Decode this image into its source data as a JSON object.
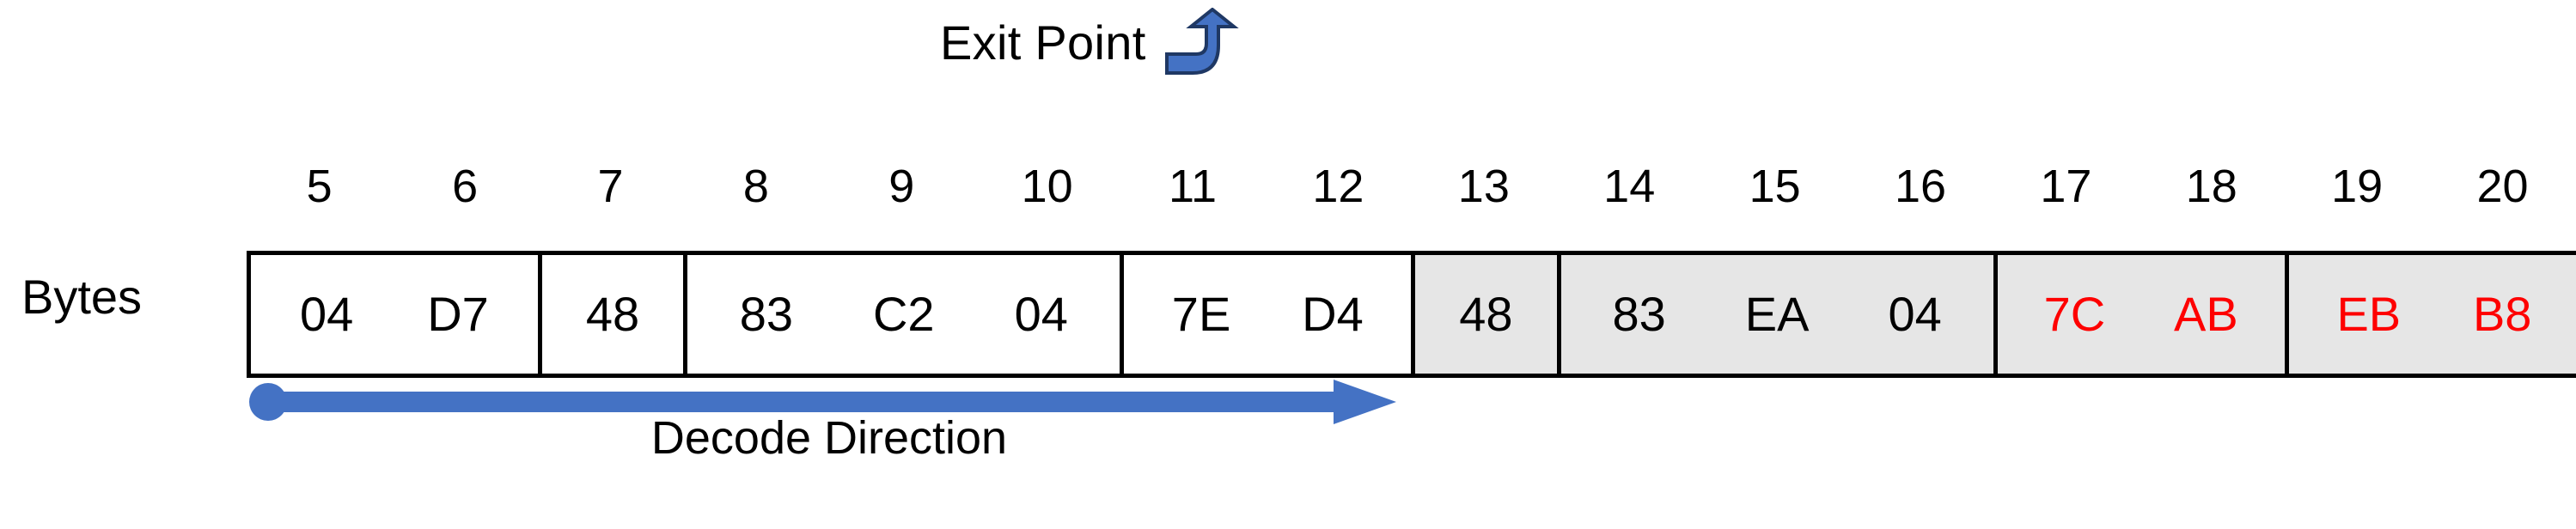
{
  "diagram": {
    "exit_point": {
      "label": "Exit Point",
      "icon": "bent-arrow-up-icon",
      "color": "#4472c4",
      "outline_color": "#1f3864"
    },
    "row_label": "Bytes",
    "column_indices": [
      "5",
      "6",
      "7",
      "8",
      "9",
      "10",
      "11",
      "12",
      "13",
      "14",
      "15",
      "16",
      "17",
      "18",
      "19",
      "20"
    ],
    "instructions": [
      {
        "bytes": [
          "04",
          "D7"
        ],
        "span": 2,
        "shaded": false,
        "red": false
      },
      {
        "bytes": [
          "48"
        ],
        "span": 1,
        "shaded": false,
        "red": false
      },
      {
        "bytes": [
          "83",
          "C2",
          "04"
        ],
        "span": 3,
        "shaded": false,
        "red": false
      },
      {
        "bytes": [
          "7E",
          "D4"
        ],
        "span": 2,
        "shaded": false,
        "red": false
      },
      {
        "bytes": [
          "48"
        ],
        "span": 1,
        "shaded": true,
        "red": false
      },
      {
        "bytes": [
          "83",
          "EA",
          "04"
        ],
        "span": 3,
        "shaded": true,
        "red": false
      },
      {
        "bytes": [
          "7C",
          "AB"
        ],
        "span": 2,
        "shaded": true,
        "red": true
      },
      {
        "bytes": [
          "EB",
          "B8"
        ],
        "span": 2,
        "shaded": true,
        "red": true
      }
    ],
    "decode_direction": {
      "label": "Decode Direction",
      "color": "#4472c4"
    },
    "colors": {
      "accent_blue": "#4472c4",
      "arrow_outline": "#1f3864",
      "shaded_cell": "#e6e6e6",
      "highlight_red": "#fe0000",
      "border": "#000000"
    }
  }
}
